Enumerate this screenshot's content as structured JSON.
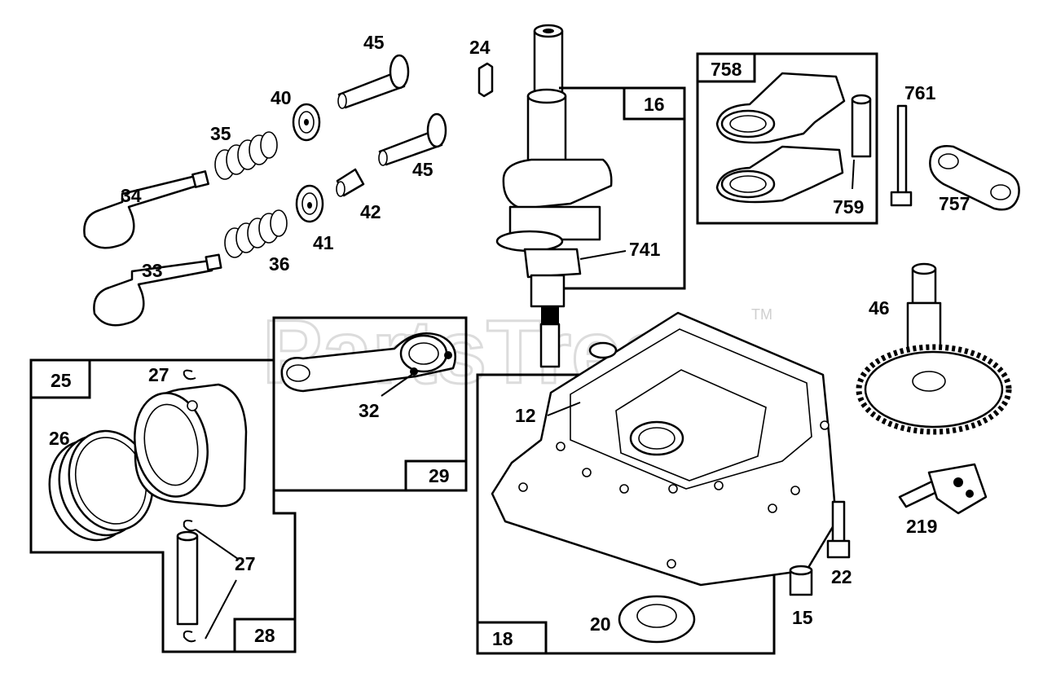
{
  "watermark": {
    "text": "PartsTree",
    "tm": "TM"
  },
  "parts": {
    "p12": "12",
    "p15": "15",
    "p16": "16",
    "p18": "18",
    "p20": "20",
    "p22": "22",
    "p24": "24",
    "p25": "25",
    "p26": "26",
    "p27a": "27",
    "p27b": "27",
    "p28": "28",
    "p29": "29",
    "p32": "32",
    "p33": "33",
    "p34": "34",
    "p35": "35",
    "p36": "36",
    "p40": "40",
    "p41": "41",
    "p42": "42",
    "p45a": "45",
    "p45b": "45",
    "p46": "46",
    "p219": "219",
    "p741": "741",
    "p757": "757",
    "p758": "758",
    "p759": "759",
    "p761": "761"
  }
}
